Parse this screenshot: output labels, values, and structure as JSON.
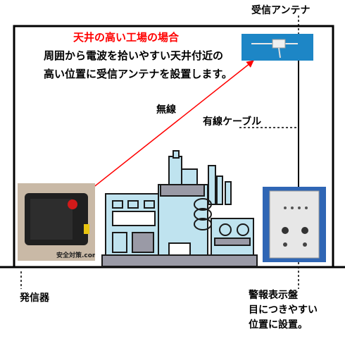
{
  "heading": "天井の高い工場の場合",
  "description_lines": [
    "周囲から電波を拾いやすい天井付近の",
    "高い位置に受信アンテナを設置します。"
  ],
  "labels": {
    "antenna": "受信アンテナ",
    "wireless": "無線",
    "wired_cable": "有線ケーブル",
    "transmitter": "発信器",
    "panel_lines": [
      "警報表示盤",
      "目につきやすい",
      "位置に設置。"
    ]
  },
  "watermark": "安全対策.com",
  "colors": {
    "heading": "#ff0000",
    "wireless_arrow": "#ff0000",
    "machine_fill": "#bfe3ef",
    "machine_stroke": "#1a1a1a",
    "machine_shadow": "#9a9aa6",
    "photo_bg_antenna": "#1d86c6",
    "photo_bg_transmitter": "#c9b9a6",
    "photo_bg_panel": "#2f66b5"
  },
  "icons": [
    "antenna-photo",
    "transmitter-photo",
    "alarm-panel-photo",
    "factory-machine"
  ]
}
